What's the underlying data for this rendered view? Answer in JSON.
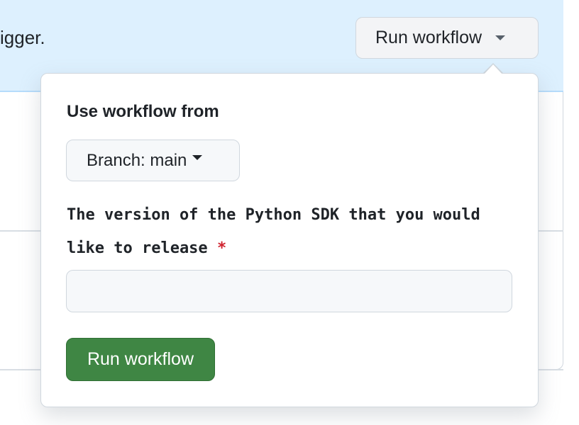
{
  "banner": {
    "text": "igger."
  },
  "header_button": {
    "label": "Run workflow",
    "icon": "triangle-down-icon"
  },
  "popup": {
    "use_workflow_label": "Use workflow from",
    "branch_button": {
      "label": "Branch: main",
      "icon": "triangle-down-icon"
    },
    "input_label": "The version of the Python SDK that you would like to release",
    "required_marker": "*",
    "input_value": "",
    "submit_label": "Run workflow"
  },
  "colors": {
    "banner": "#ddf0fe",
    "primary_button": "#3f8644",
    "required": "#cf222e"
  }
}
